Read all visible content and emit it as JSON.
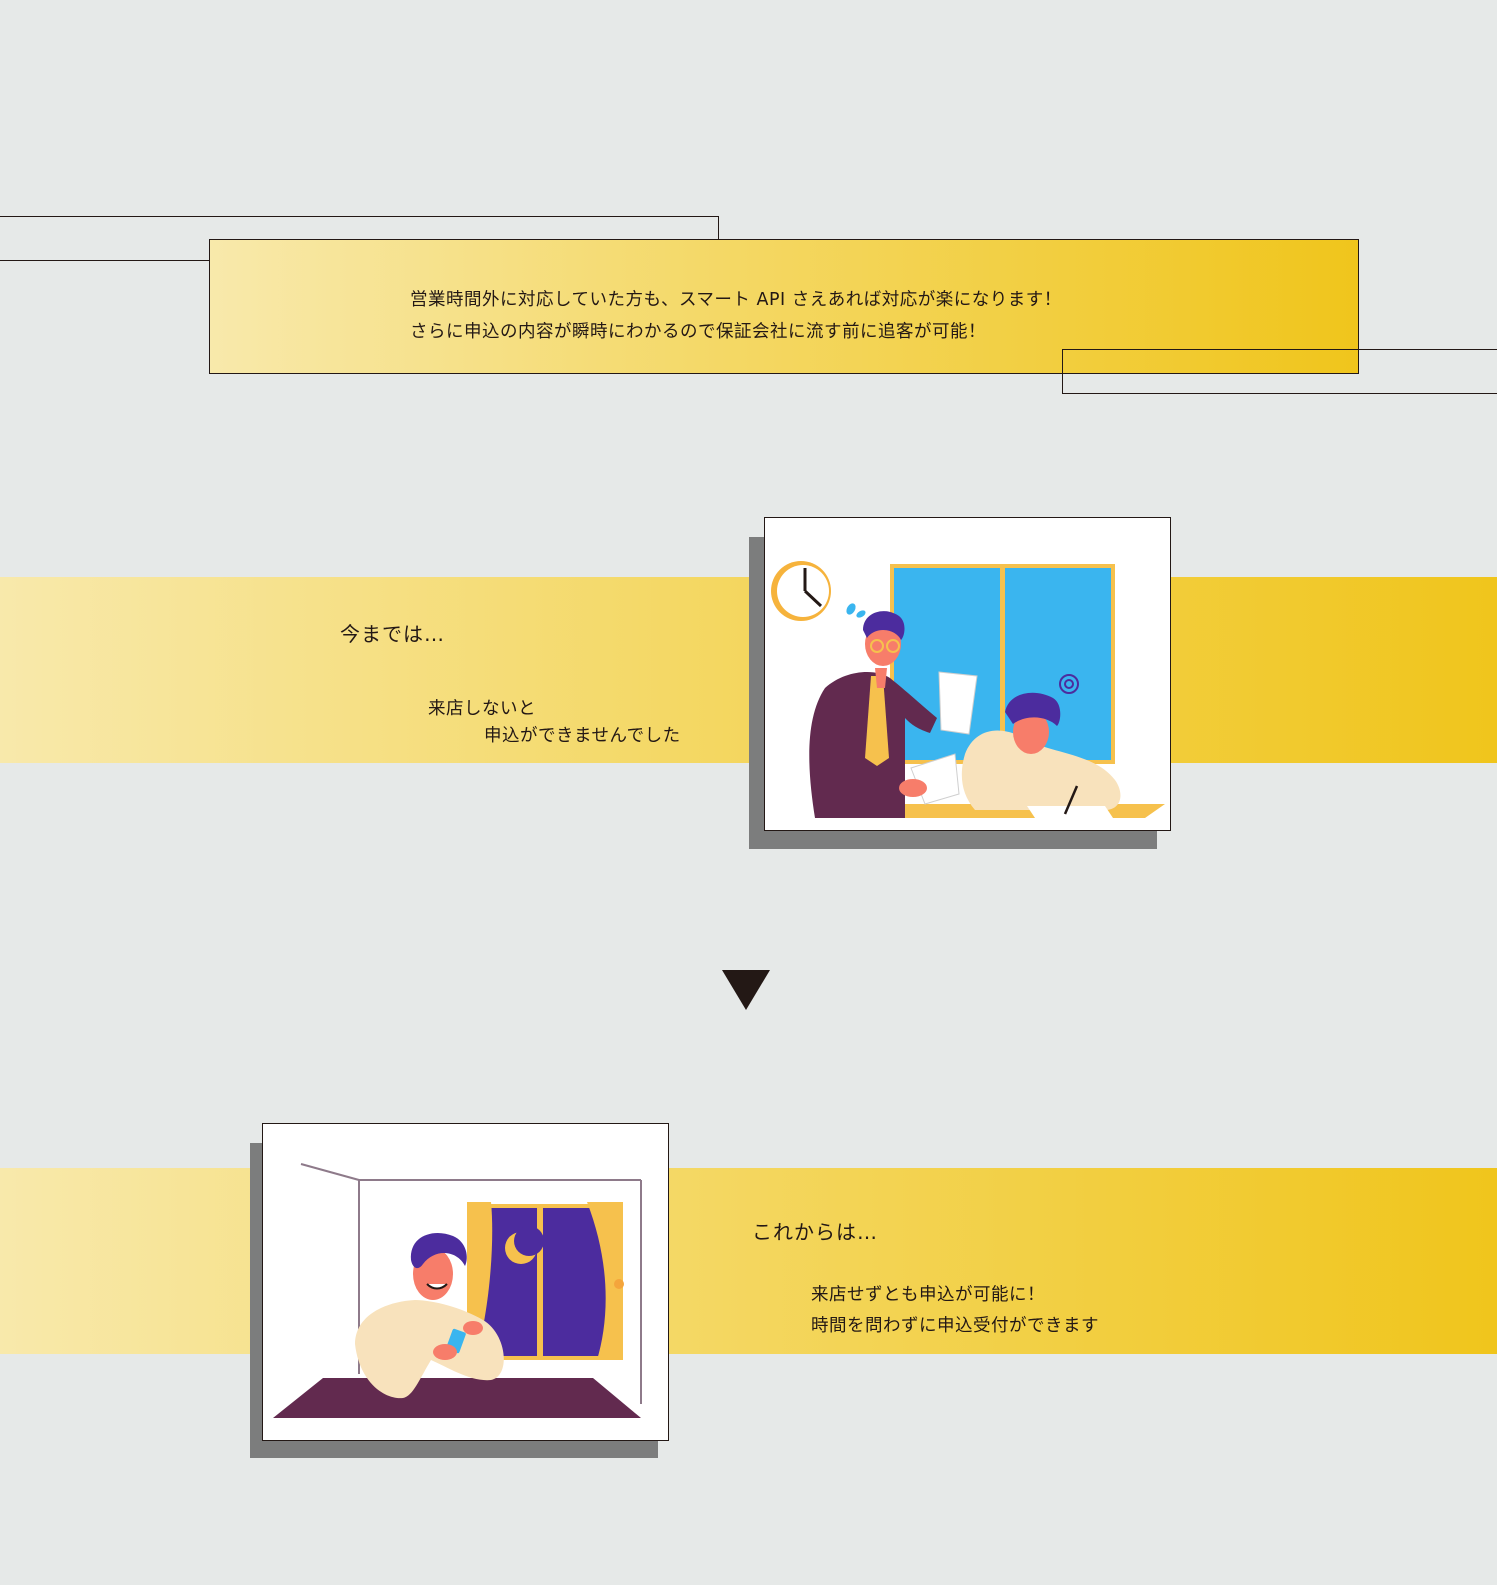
{
  "intro": {
    "line1": "営業時間外に対応していた方も、スマート API さえあれば対応が楽になります！",
    "line2": "さらに申込の内容が瞬時にわかるので保証会社に流す前に追客が可能！"
  },
  "before": {
    "heading": "今までは…",
    "text_line1": "来店しないと",
    "text_line2": "申込ができませんでした"
  },
  "after": {
    "heading": "これからは…",
    "text_line1": "来店せずとも申込が可能に！",
    "text_line2": "時間を問わずに申込受付ができます"
  },
  "colors": {
    "band_start": "#f8e9ab",
    "band_end": "#f0c51c",
    "background": "#e6e9e8",
    "ink": "#231815"
  },
  "icons": {
    "transition": "down-triangle-icon"
  }
}
